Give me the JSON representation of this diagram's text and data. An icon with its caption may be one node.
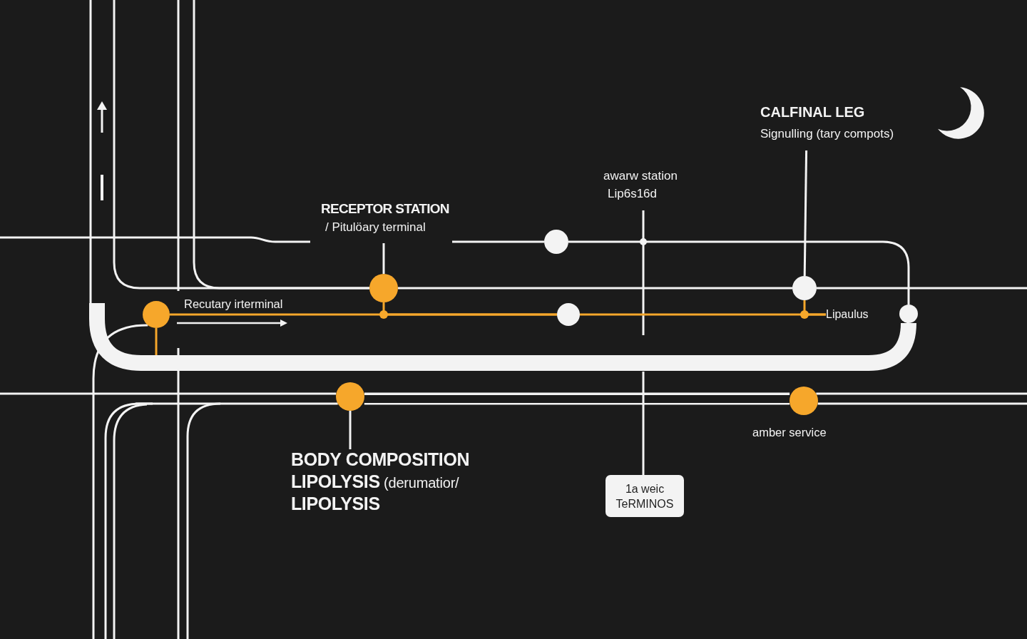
{
  "diagram": {
    "nodes": [
      {
        "text": [
          "CALFINAL LEG",
          "Signulling (tary compots)"
        ]
      },
      {
        "text": [
          "awarw station",
          "Lip6s16d"
        ]
      },
      {
        "text": [
          "RECEPTOR STATION",
          "/ Pitulöary terminal"
        ]
      },
      {
        "text": [],
        "shape": "circle"
      },
      {
        "text": [],
        "shape": "circle"
      },
      {
        "text": [],
        "shape": "circle"
      },
      {
        "text": [],
        "shape": "circle",
        "beside": [
          "Recutary irterminal"
        ]
      },
      {
        "text": [],
        "shape": "circle"
      },
      {
        "text": [
          "Lipaulus"
        ]
      },
      {
        "text": [],
        "shape": "circle"
      },
      {
        "text": [],
        "shape": "circle"
      },
      {
        "text": [],
        "shape": "circle",
        "beside": [
          "amber service"
        ]
      },
      {
        "text": [
          "**BODY COMPOSITION LIPOLYSIS** (derumatior/ **LIPOLYSIS**"
        ]
      },
      {
        "text": [
          "1a weic TeRMINOS"
        ]
      }
    ],
    "edges": [
      {
        "from": 0,
        "to": 5,
        "arrow": "none"
      },
      {
        "from": 1,
        "to": null,
        "arrow": "none"
      },
      {
        "from": 2,
        "to": 4,
        "arrow": "none"
      },
      {
        "from": 12,
        "to": 10,
        "arrow": "none"
      },
      {
        "from": 13,
        "to": null,
        "arrow": "none"
      },
      {
        "from": 2,
        "to": 3,
        "arrow": "none"
      },
      {
        "from": 3,
        "to": 9,
        "arrow": "none"
      },
      {
        "from": null,
        "to": 4,
        "arrow": "none"
      },
      {
        "from": null,
        "to": 4,
        "arrow": "none"
      },
      {
        "from": 4,
        "to": 5,
        "arrow": "none"
      },
      {
        "from": 5,
        "to": null,
        "arrow": "none"
      },
      {
        "from": 6,
        "to": 7,
        "arrow": "none",
        "color": "#f6a72b"
      },
      {
        "from": 4,
        "to": 7,
        "arrow": "none",
        "color": "#f6a72b"
      },
      {
        "from": 7,
        "to": 8,
        "arrow": "none",
        "color": "#f6a72b"
      },
      {
        "from": 5,
        "to": 8,
        "arrow": "none",
        "color": "#f6a72b"
      },
      {
        "from": 6,
        "to": null,
        "arrow": "none",
        "color": "#f6a72b"
      },
      {
        "from": 6,
        "to": null,
        "arrow": "none"
      },
      {
        "from": 9,
        "to": null,
        "arrow": "none",
        "style": "thick"
      },
      {
        "from": null,
        "to": 10,
        "arrow": "none"
      },
      {
        "from": 10,
        "to": 11,
        "arrow": "none"
      },
      {
        "from": 11,
        "to": null,
        "arrow": "none"
      }
    ]
  }
}
